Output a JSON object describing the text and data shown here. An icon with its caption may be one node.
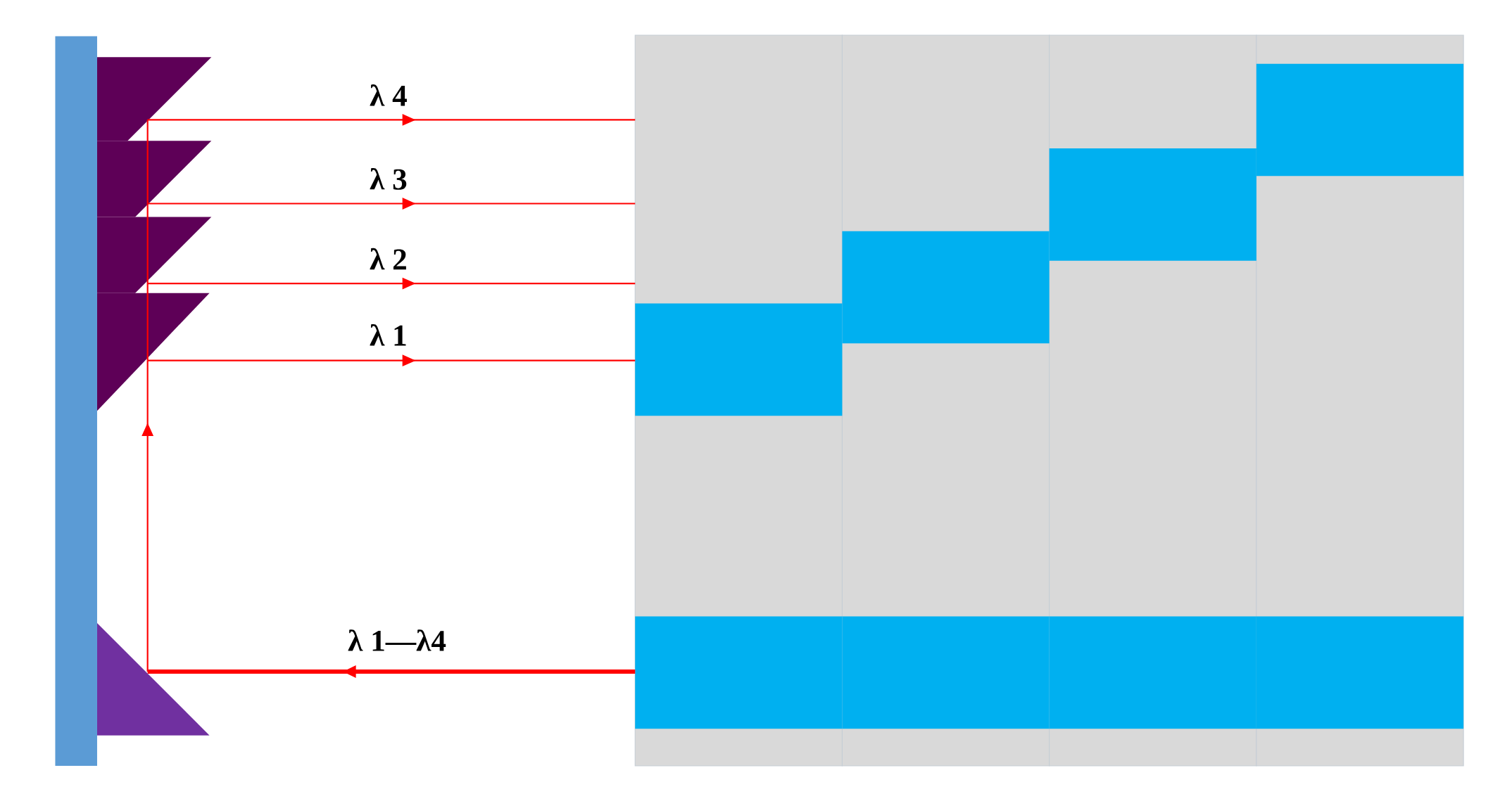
{
  "diagram": {
    "nodes": [
      {
        "text": [],
        "shape": "triangle"
      },
      {
        "text": [],
        "shape": "triangle"
      },
      {
        "text": [],
        "shape": "triangle"
      },
      {
        "text": [],
        "shape": "triangle"
      },
      {
        "text": [],
        "shape": "triangle"
      },
      {
        "text": [],
        "shape": "box"
      },
      {
        "text": [],
        "shape": "box"
      },
      {
        "text": [],
        "shape": "box"
      },
      {
        "text": [],
        "shape": "box"
      },
      {
        "text": [],
        "shape": "box",
        "in": 5
      },
      {
        "text": [],
        "shape": "box",
        "in": 6
      },
      {
        "text": [],
        "shape": "box",
        "in": 7
      },
      {
        "text": [],
        "shape": "box",
        "in": 8
      },
      {
        "text": [],
        "shape": "box",
        "in": 5
      },
      {
        "text": [],
        "shape": "box",
        "in": 6
      },
      {
        "text": [],
        "shape": "box",
        "in": 7
      },
      {
        "text": [],
        "shape": "box",
        "in": 8
      },
      {
        "text": [],
        "shape": "bar"
      }
    ],
    "edges": [
      {
        "from": 13,
        "to": 4,
        "arrow": "to",
        "label": "λ 1—λ4",
        "style": "thick"
      },
      {
        "from": 4,
        "to": 3,
        "arrow": "to"
      },
      {
        "from": 3,
        "to": 2,
        "arrow": "none"
      },
      {
        "from": 2,
        "to": 1,
        "arrow": "none"
      },
      {
        "from": 1,
        "to": 0,
        "arrow": "none"
      },
      {
        "from": 3,
        "to": 9,
        "arrow": "to",
        "label": "λ 1"
      },
      {
        "from": 2,
        "to": 5,
        "arrow": "to",
        "label": "λ 2"
      },
      {
        "from": 1,
        "to": 5,
        "arrow": "to",
        "label": "λ 3"
      },
      {
        "from": 0,
        "to": 5,
        "arrow": "to",
        "label": "λ 4"
      }
    ]
  }
}
